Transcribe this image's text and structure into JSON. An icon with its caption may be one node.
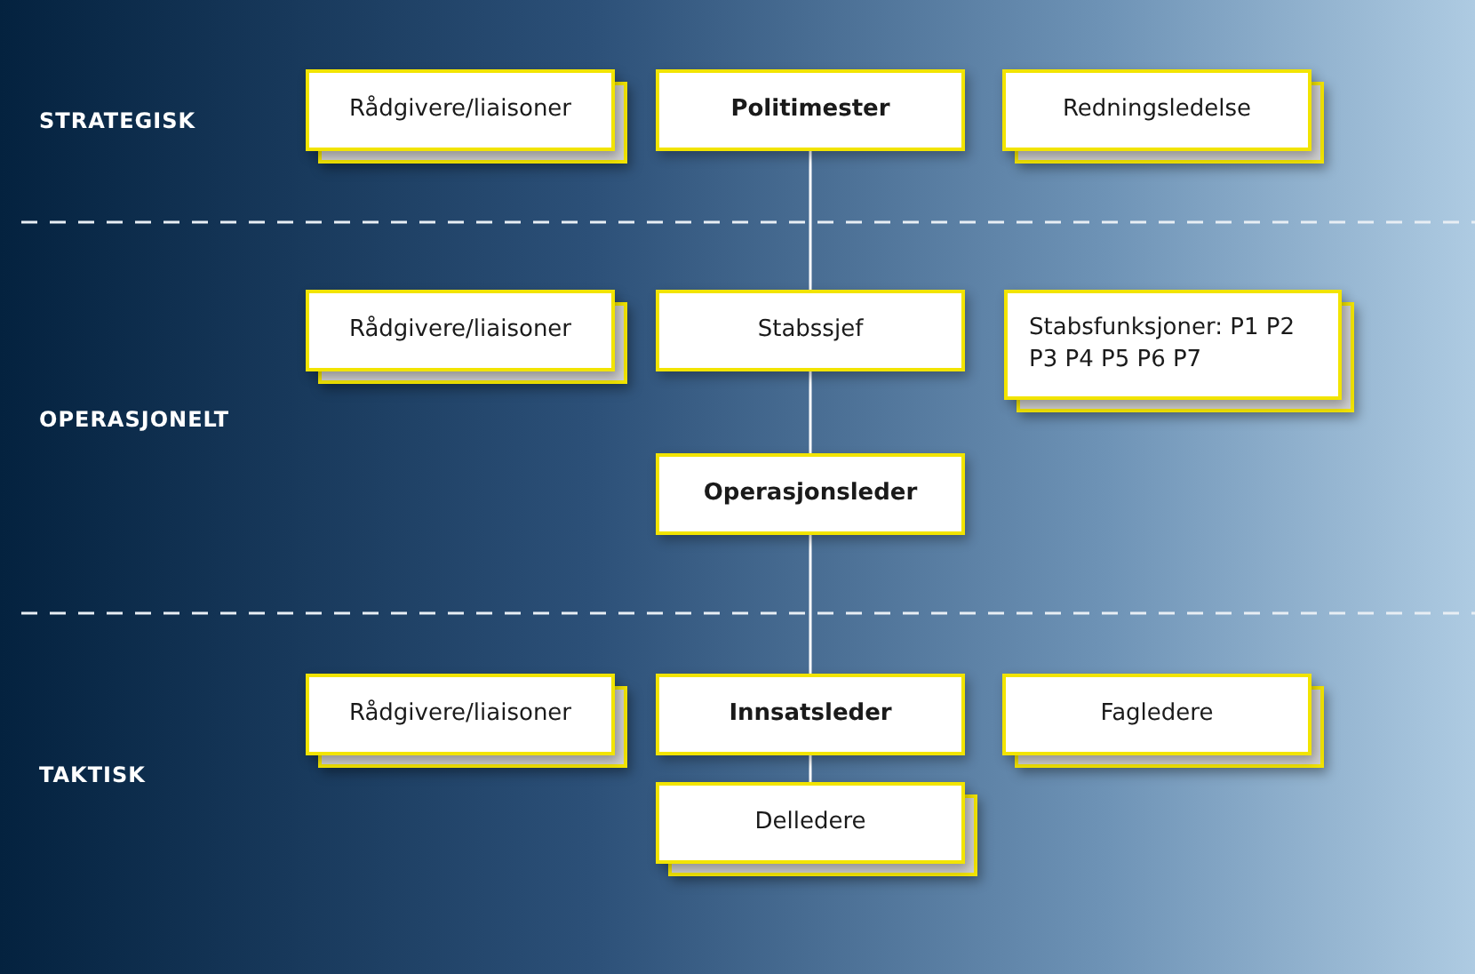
{
  "diagram": {
    "nodes": [
      {
        "text": [
          "Rådgivere/liaisoner"
        ]
      },
      {
        "text": [
          "Politimester"
        ]
      },
      {
        "text": [
          "Redningsledelse"
        ]
      },
      {
        "text": [
          "Rådgivere/liaisoner"
        ]
      },
      {
        "text": [
          "Stabssjef"
        ]
      },
      {
        "text": [
          "Stabsfunksjoner: P1 P2 P3 P4 P5 P6 P7"
        ]
      },
      {
        "text": [
          "Operasjonsleder"
        ]
      },
      {
        "text": [
          "Rådgivere/liaisoner"
        ]
      },
      {
        "text": [
          "Innsatsleder"
        ]
      },
      {
        "text": [
          "Fagledere"
        ]
      },
      {
        "text": [
          "Delledere"
        ]
      }
    ],
    "edges": [
      {
        "from": 1,
        "to": 4,
        "arrow": "none"
      },
      {
        "from": 4,
        "to": 6,
        "arrow": "none"
      },
      {
        "from": 6,
        "to": 8,
        "arrow": "none"
      },
      {
        "from": 8,
        "to": 10,
        "arrow": "none"
      }
    ],
    "labels": [
      "STRATEGISK",
      "OPERASJONELT",
      "TAKTISK"
    ]
  }
}
